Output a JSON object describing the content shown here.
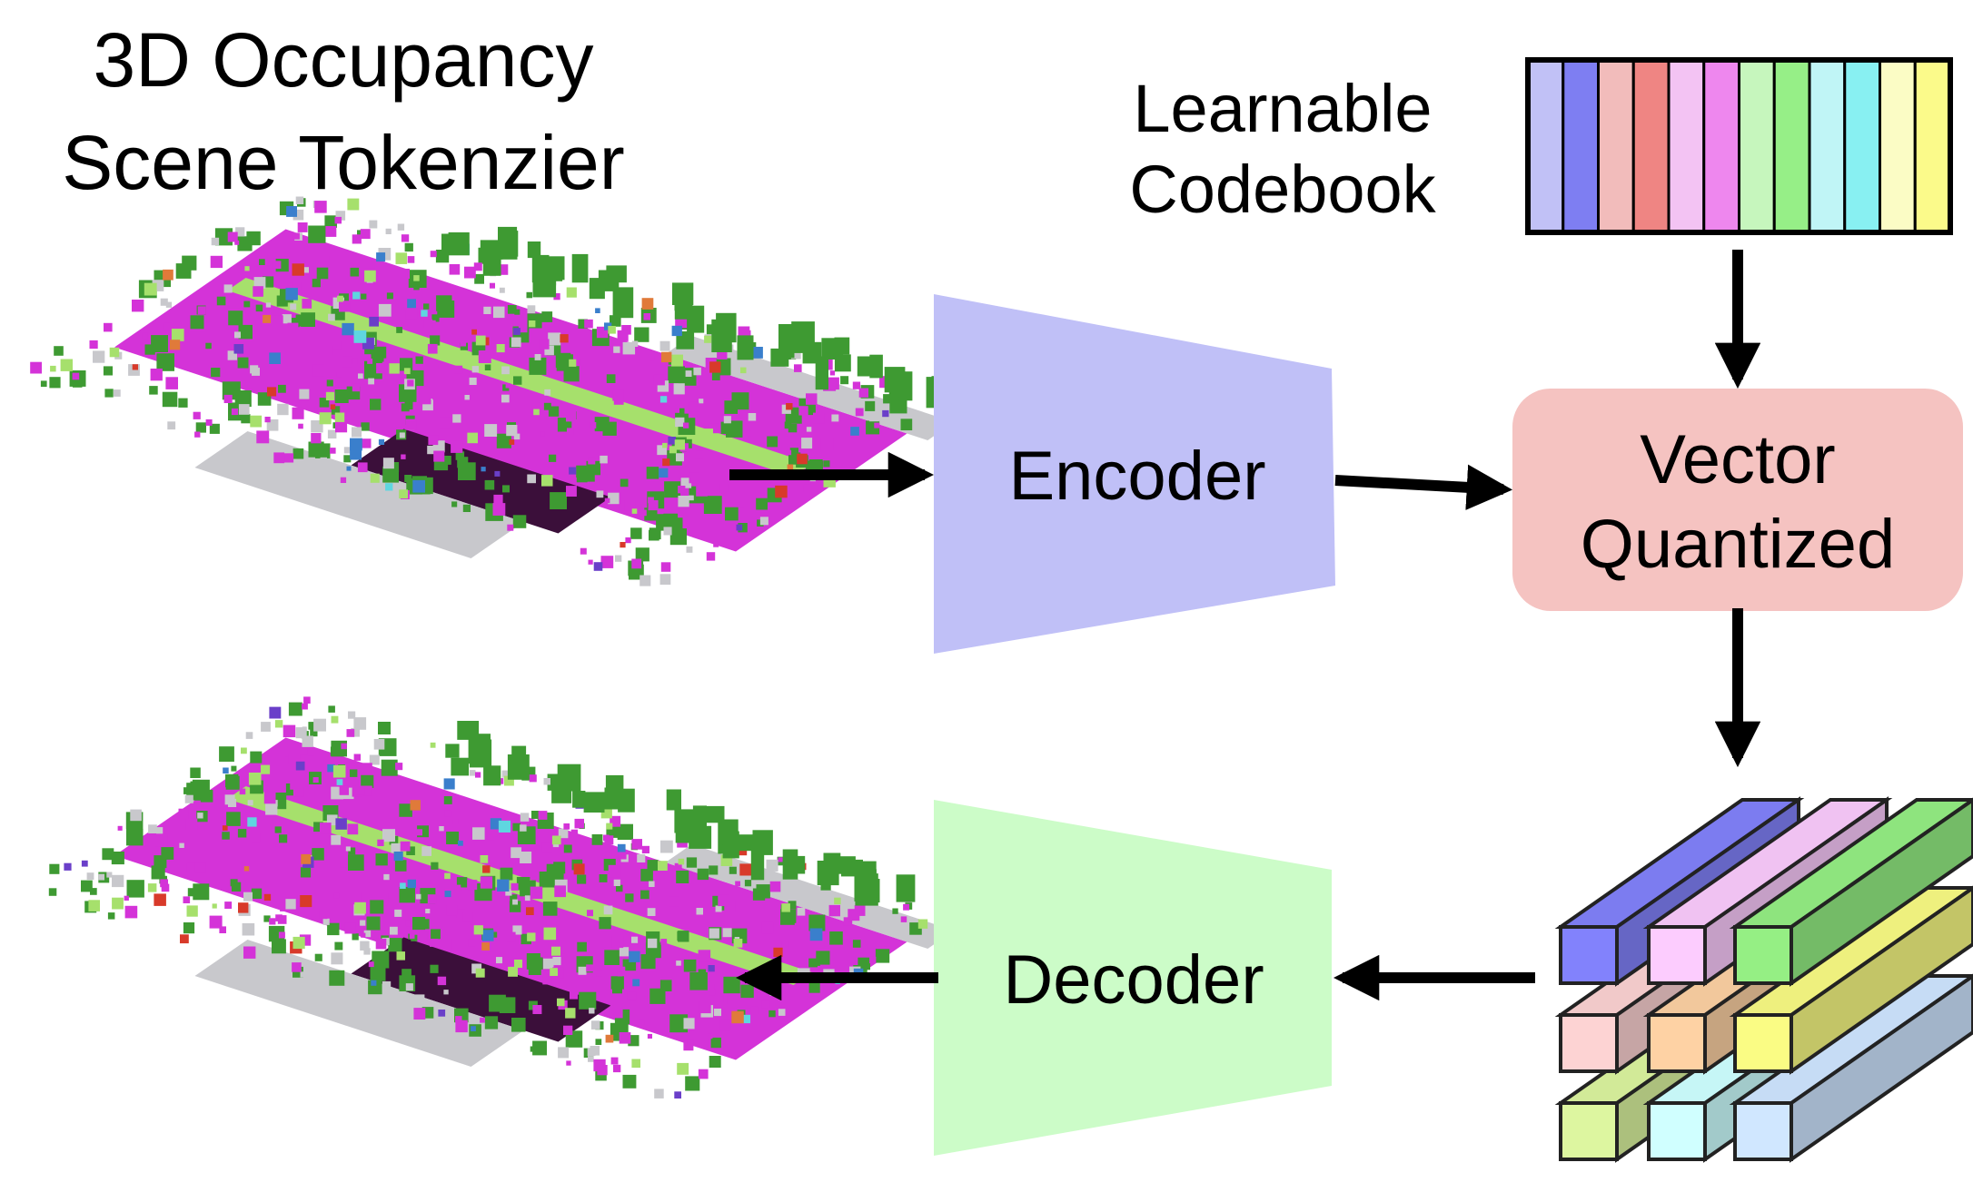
{
  "title": {
    "line1": "3D Occupancy",
    "line2": "Scene Tokenzier"
  },
  "codebook": {
    "label_line1": "Learnable",
    "label_line2": "Codebook",
    "colors": [
      "#c1c1f6",
      "#7e7ef2",
      "#f2bcbb",
      "#ef8583",
      "#f3c3f3",
      "#ee87ee",
      "#c6f6bd",
      "#96ef87",
      "#c0f5f6",
      "#88f0f2",
      "#fbfcc5",
      "#fbfa8a"
    ]
  },
  "encoder": {
    "label": "Encoder",
    "color": "#c0c0f7"
  },
  "decoder": {
    "label": "Decoder",
    "color": "#ccfcc8"
  },
  "vq": {
    "label_line1": "Vector",
    "label_line2": "Quantized",
    "color": "#f5c3c1"
  },
  "tokens": {
    "colors": {
      "top": [
        "#7c7cf0",
        "#f0c2f2",
        "#8ee47e"
      ],
      "middle": [
        "#f1c9c9",
        "#f2c89c",
        "#eef07e"
      ],
      "bottom": [
        "#d2ea98",
        "#c6f6f6",
        "#c6dcf5"
      ]
    }
  },
  "scene": {
    "input_name": "input-occupancy-scene",
    "output_name": "reconstructed-occupancy-scene",
    "palette": {
      "drivable": "#d433d8",
      "vegetation": "#3e9a32",
      "sidewalk": "#a6e06c",
      "manmade": "#c8c8cc",
      "terrain": "#3b0f3a",
      "car": "#3a7fcc",
      "truck": "#6a3fc9",
      "pedestrian": "#d83a2a",
      "barrier": "#e07a3a",
      "cyan": "#5fd6e0"
    }
  }
}
